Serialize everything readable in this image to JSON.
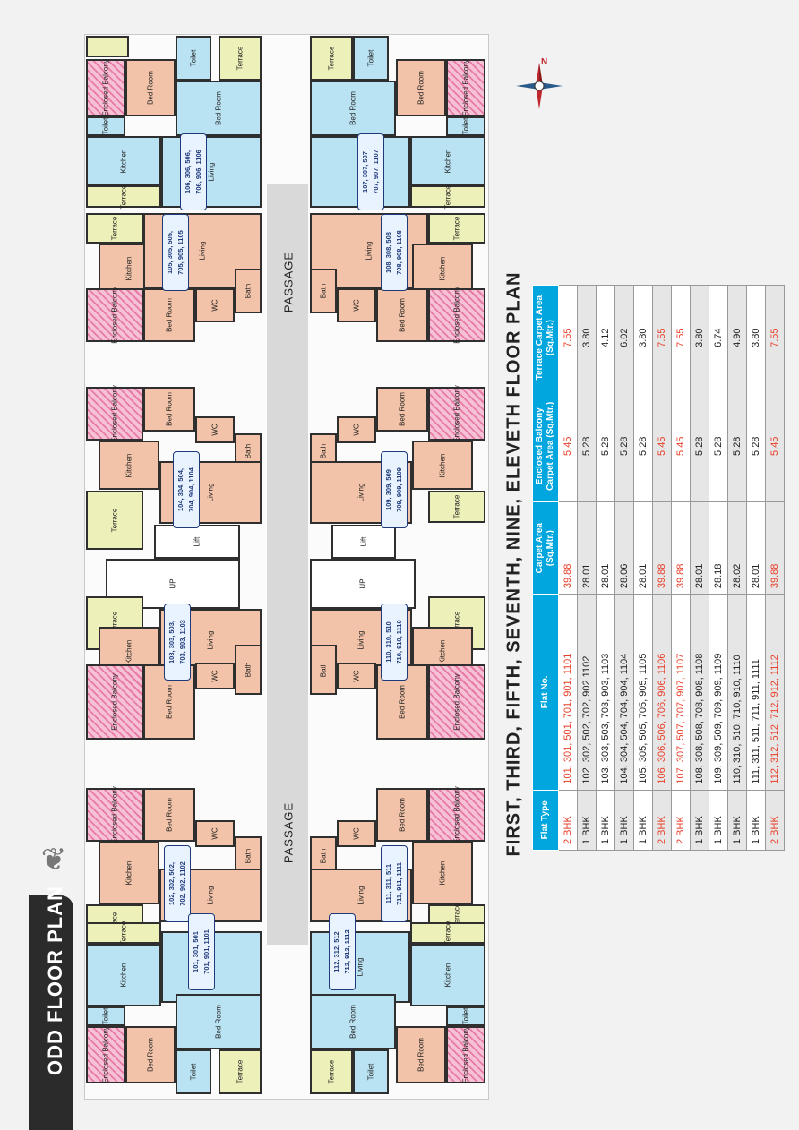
{
  "page_title": "ODD FLOOR PLAN",
  "table_title": "FIRST, THIRD, FIFTH, SEVENTH, NINE, ELEVETH FLOOR PLAN",
  "compass": {
    "north_label": "N"
  },
  "passage_labels": [
    "PASSAGE",
    "PASSAGE"
  ],
  "lift_label": "Lift",
  "up_label": "UP",
  "room_labels": {
    "bed_room": "Bed Room",
    "kitchen": "Kitchen",
    "kitchen_small": "Kitchen",
    "living": "Living",
    "toilet": "Toilet",
    "terrace": "Terrace",
    "enclosed_balcony": "Enclosed Balcony",
    "wc": "WC",
    "bath": "Bath"
  },
  "flat_labels": {
    "f106": [
      "106, 306, 506,",
      "706, 906, 1106"
    ],
    "f105": [
      "105, 305, 505,",
      "705, 905, 1105"
    ],
    "f104": [
      "104, 304, 504,",
      "704, 904, 1104"
    ],
    "f103": [
      "103, 303, 503,",
      "703, 903, 1103"
    ],
    "f102": [
      "102, 302, 502,",
      "702, 902, 1102"
    ],
    "f101": [
      "101, 301, 501",
      "701, 901, 1101"
    ],
    "f107": [
      "107, 307, 507",
      "707, 907, 1107"
    ],
    "f108": [
      "108, 308, 508",
      "708, 908, 1108"
    ],
    "f109": [
      "109, 309, 509",
      "709, 909, 1109"
    ],
    "f110": [
      "110, 310, 510",
      "710, 910, 1110"
    ],
    "f111": [
      "111, 311, 511",
      "711, 911, 1111"
    ],
    "f112": [
      "112, 312, 512",
      "712, 912, 1112"
    ]
  },
  "table": {
    "headers": [
      "Flat Type",
      "Flat No.",
      "Carpet Area (Sq.Mtr.)",
      "Enclosed Balcony Carpet Area (Sq.Mtr.)",
      "Terrace Carpet Area (Sq.Mtr.)"
    ],
    "rows": [
      {
        "type": "2 BHK",
        "flats": "101, 301, 501, 701, 901, 1101",
        "carpet": "39.88",
        "balcony": "5.45",
        "terrace": "7.55",
        "highlight": true
      },
      {
        "type": "1 BHK",
        "flats": "102, 302, 502, 702, 902 1102",
        "carpet": "28.01",
        "balcony": "5.28",
        "terrace": "3.80",
        "highlight": false
      },
      {
        "type": "1 BHK",
        "flats": "103, 303, 503, 703, 903, 1103",
        "carpet": "28.01",
        "balcony": "5.28",
        "terrace": "4.12",
        "highlight": false
      },
      {
        "type": "1 BHK",
        "flats": "104, 304, 504, 704, 904, 1104",
        "carpet": "28.06",
        "balcony": "5.28",
        "terrace": "6.02",
        "highlight": false
      },
      {
        "type": "1 BHK",
        "flats": "105, 305, 505, 705, 905, 1105",
        "carpet": "28.01",
        "balcony": "5.28",
        "terrace": "3.80",
        "highlight": false
      },
      {
        "type": "2 BHK",
        "flats": "106, 306, 506, 706, 906, 1106",
        "carpet": "39.88",
        "balcony": "5.45",
        "terrace": "7.55",
        "highlight": true
      },
      {
        "type": "2 BHK",
        "flats": "107, 307, 507, 707, 907, 1107",
        "carpet": "39.88",
        "balcony": "5.45",
        "terrace": "7.55",
        "highlight": true
      },
      {
        "type": "1 BHK",
        "flats": "108, 308, 508, 708, 908, 1108",
        "carpet": "28.01",
        "balcony": "5.28",
        "terrace": "3.80",
        "highlight": false
      },
      {
        "type": "1 BHK",
        "flats": "109, 309, 509, 709, 909, 1109",
        "carpet": "28.18",
        "balcony": "5.28",
        "terrace": "6.74",
        "highlight": false
      },
      {
        "type": "1 BHK",
        "flats": "110, 310, 510, 710, 910, 1110",
        "carpet": "28.02",
        "balcony": "5.28",
        "terrace": "4.90",
        "highlight": false
      },
      {
        "type": "1 BHK",
        "flats": "111, 311, 511, 711, 911, 1111",
        "carpet": "28.01",
        "balcony": "5.28",
        "terrace": "3.80",
        "highlight": false
      },
      {
        "type": "2 BHK",
        "flats": "112, 312, 512, 712, 912, 1112",
        "carpet": "39.88",
        "balcony": "5.45",
        "terrace": "7.55",
        "highlight": true
      }
    ]
  },
  "colors": {
    "living_blue": "#b9e2f2",
    "room_salmon": "#f2c3a8",
    "terrace_yellow": "#eef0b9",
    "balcony_pink": "#e77aa6",
    "header_cyan": "#00a6dd",
    "highlight_red": "#e8402a",
    "label_navy": "#1e3a7a"
  }
}
